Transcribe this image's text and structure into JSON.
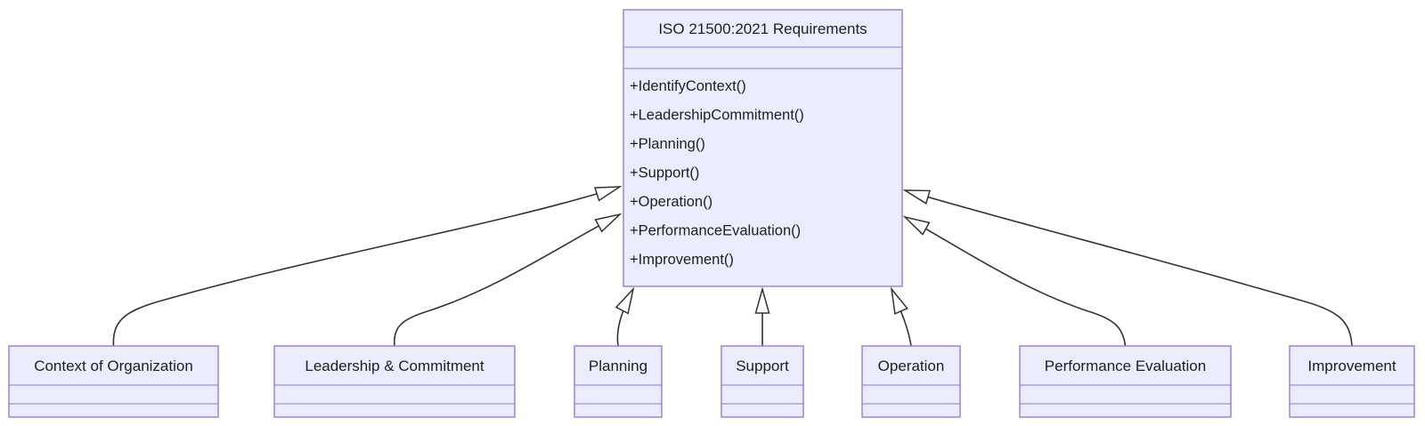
{
  "parent_class": {
    "name": "ISO 21500:2021 Requirements",
    "methods": [
      "+IdentifyContext()",
      "+LeadershipCommitment()",
      "+Planning()",
      "+Support()",
      "+Operation()",
      "+PerformanceEvaluation()",
      "+Improvement()"
    ]
  },
  "child_classes": [
    {
      "name": "Context of Organization"
    },
    {
      "name": "Leadership & Commitment"
    },
    {
      "name": "Planning"
    },
    {
      "name": "Support"
    },
    {
      "name": "Operation"
    },
    {
      "name": "Performance Evaluation"
    },
    {
      "name": "Improvement"
    }
  ],
  "colors": {
    "node_fill": "#ECECFF",
    "node_border": "#9370DB",
    "edge_line": "#333333",
    "text": "#1f1f1f",
    "background": "#ffffff"
  }
}
